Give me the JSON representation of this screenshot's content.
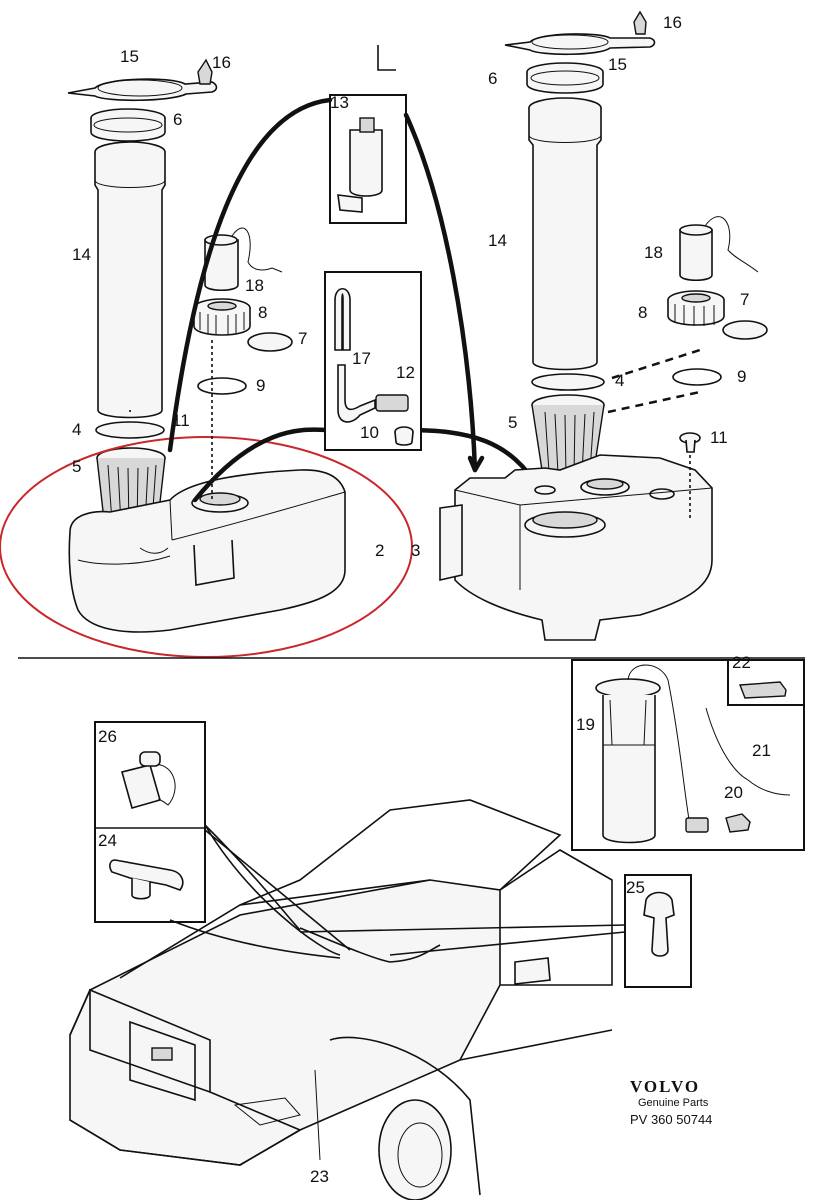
{
  "diagram": {
    "callouts": {
      "c2": "2",
      "c3": "3",
      "c4a": "4",
      "c4b": "4",
      "c5a": "5",
      "c5b": "5",
      "c6a": "6",
      "c6b": "6",
      "c7a": "7",
      "c7b": "7",
      "c8a": "8",
      "c8b": "8",
      "c9a": "9",
      "c9b": "9",
      "c10": "10",
      "c11a": "11",
      "c11b": "11",
      "c12": "12",
      "c13": "13",
      "c14a": "14",
      "c14b": "14",
      "c15a": "15",
      "c15b": "15",
      "c16a": "16",
      "c16b": "16",
      "c17": "17",
      "c18a": "18",
      "c18b": "18",
      "c19": "19",
      "c20": "20",
      "c21": "21",
      "c22": "22",
      "c23": "23",
      "c24": "24",
      "c25": "25",
      "c26": "26"
    },
    "highlight_color": "#c8282c"
  },
  "branding": {
    "logo": "VOLVO",
    "subtitle": "Genuine Parts",
    "code": "PV  360 50744"
  }
}
